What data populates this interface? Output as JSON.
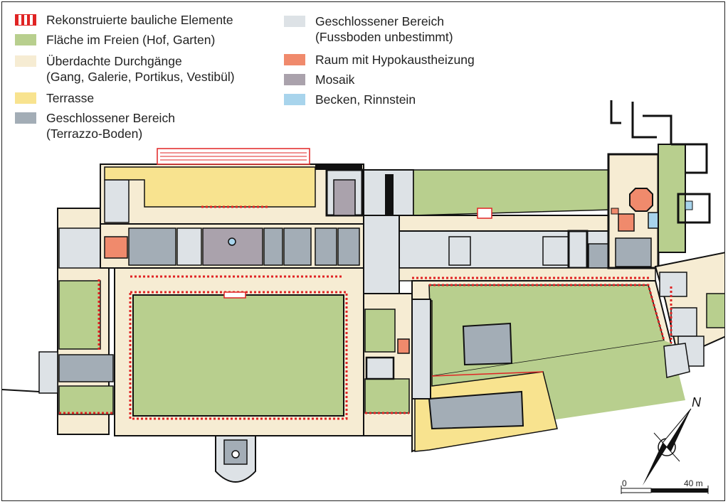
{
  "legend": [
    {
      "label": "Rekonstruierte bauliche Elemente",
      "label2": "",
      "color": "#e02424",
      "style": "red-dash"
    },
    {
      "label": "Fläche im Freien (Hof, Garten)",
      "label2": "",
      "color": "#b8cf8e",
      "style": "fill"
    },
    {
      "label": "Überdachte Durchgänge",
      "label2": "(Gang, Galerie, Portikus, Vestibül)",
      "color": "#f6ecd3",
      "style": "fill"
    },
    {
      "label": "Terrasse",
      "label2": "",
      "color": "#f8e38f",
      "style": "fill"
    },
    {
      "label": "Geschlossener Bereich",
      "label2": "(Terrazzo-Boden)",
      "color": "#a3adb6",
      "style": "fill"
    },
    {
      "label": "Geschlossener Bereich",
      "label2": "(Fussboden unbestimmt)",
      "color": "#dde2e6",
      "style": "fill"
    },
    {
      "label": "Raum mit Hypokaustheizung",
      "label2": "",
      "color": "#f08a6c",
      "style": "fill"
    },
    {
      "label": "Mosaik",
      "label2": "",
      "color": "#aaa2ac",
      "style": "fill"
    },
    {
      "label": "Becken, Rinnstein",
      "label2": "",
      "color": "#a8d4ec",
      "style": "fill"
    }
  ],
  "scale_bar": {
    "start_label": "0",
    "end_label": "40 m"
  },
  "north_arrow": {
    "label": "N"
  },
  "colors": {
    "wall": "#111111",
    "reconstructed": "#e02424",
    "courtyard": "#b8cf8e",
    "passage": "#f6ecd3",
    "terrace": "#f8e38f",
    "terrazzo": "#a3adb6",
    "undetermined": "#dde2e6",
    "hypocaust": "#f08a6c",
    "mosaic": "#aaa2ac",
    "basin": "#a8d4ec"
  },
  "icons": [
    "north-arrow-icon",
    "scale-bar-icon"
  ]
}
